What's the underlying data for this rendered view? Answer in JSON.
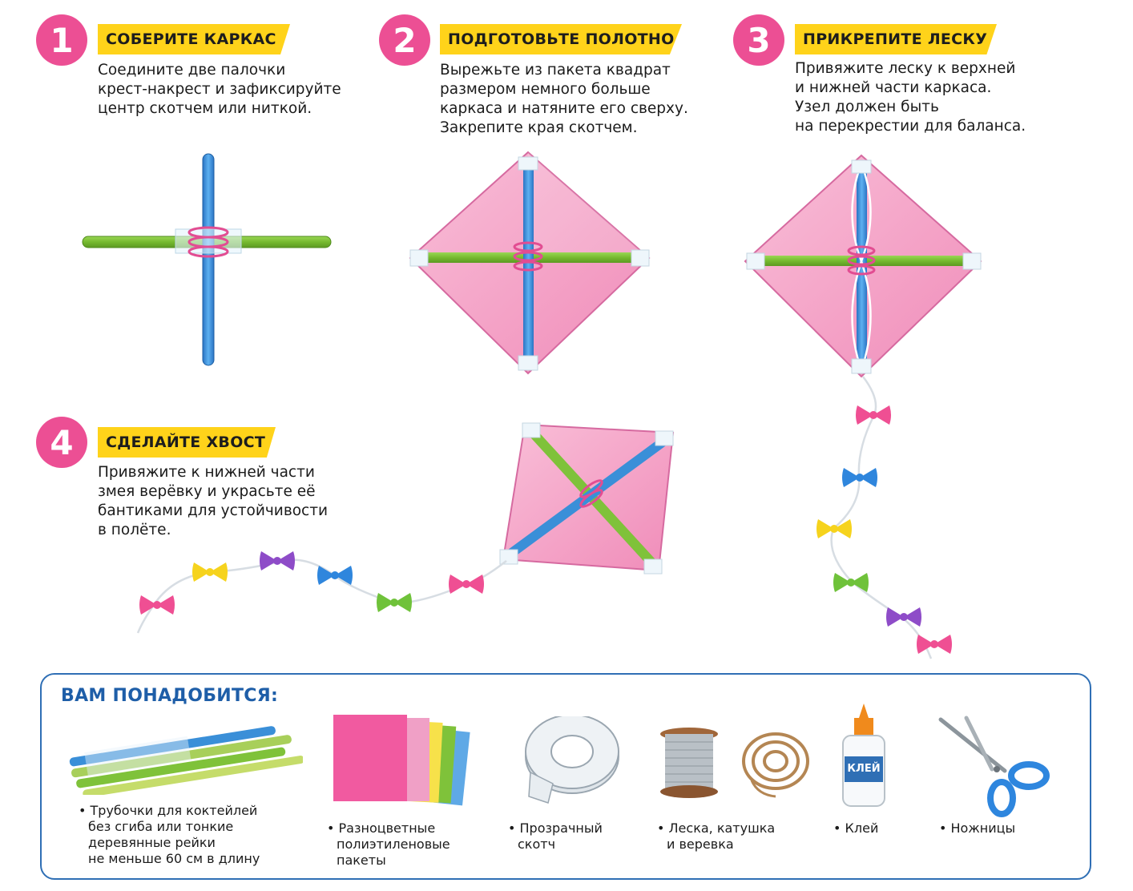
{
  "steps": [
    {
      "number": "1",
      "title": "СОБЕРИТЕ КАРКАС",
      "lines": [
        "Соедините две палочки",
        "крест-накрест и зафиксируйте",
        "центр скотчем или ниткой."
      ]
    },
    {
      "number": "2",
      "title": "ПОДГОТОВЬТЕ ПОЛОТНО",
      "lines": [
        "Вырежьте из пакета квадрат",
        "размером немного больше",
        "каркаса и натяните его сверху.",
        "Закрепите края скотчем."
      ]
    },
    {
      "number": "3",
      "title": "ПРИКРЕПИТЕ ЛЕСКУ",
      "lines": [
        "Привяжите леску к верхней",
        "и нижней части каркаса.",
        "Узел должен быть",
        "на перекрестии для баланса."
      ]
    },
    {
      "number": "4",
      "title": "СДЕЛАЙТЕ ХВОСТ",
      "lines": [
        "Привяжите к нижней части",
        "змея верёвку и украсьте её",
        "бантиками для устойчивости",
        "в полёте."
      ]
    }
  ],
  "supplies": {
    "title": "ВАМ ПОНАДОБИТСЯ:",
    "items": [
      {
        "icon": "straws-icon",
        "lines": [
          "• Трубочки для коктейлей",
          "без сгиба или тонкие",
          "деревянные рейки",
          "не меньше 60 см в длину"
        ]
      },
      {
        "icon": "plastic-bags-icon",
        "lines": [
          "• Разноцветные",
          "полиэтиленовые",
          "пакеты"
        ]
      },
      {
        "icon": "tape-icon",
        "lines": [
          "• Прозрачный",
          "скотч"
        ]
      },
      {
        "icon": "spool-twine-icon",
        "lines": [
          "• Леска, катушка",
          "и веревка"
        ]
      },
      {
        "icon": "glue-icon",
        "lines": [
          "• Клей"
        ],
        "bottle_label": "КЛЕЙ"
      },
      {
        "icon": "scissors-icon",
        "lines": [
          "• Ножницы"
        ]
      }
    ]
  },
  "colors": {
    "pink": "#ec4f94",
    "banner": "#ffd31a",
    "kite": "#f5a3c7",
    "blue_stick": "#3a8fd8",
    "green_stick": "#7fc23a",
    "frame": "#2f6fb5"
  }
}
